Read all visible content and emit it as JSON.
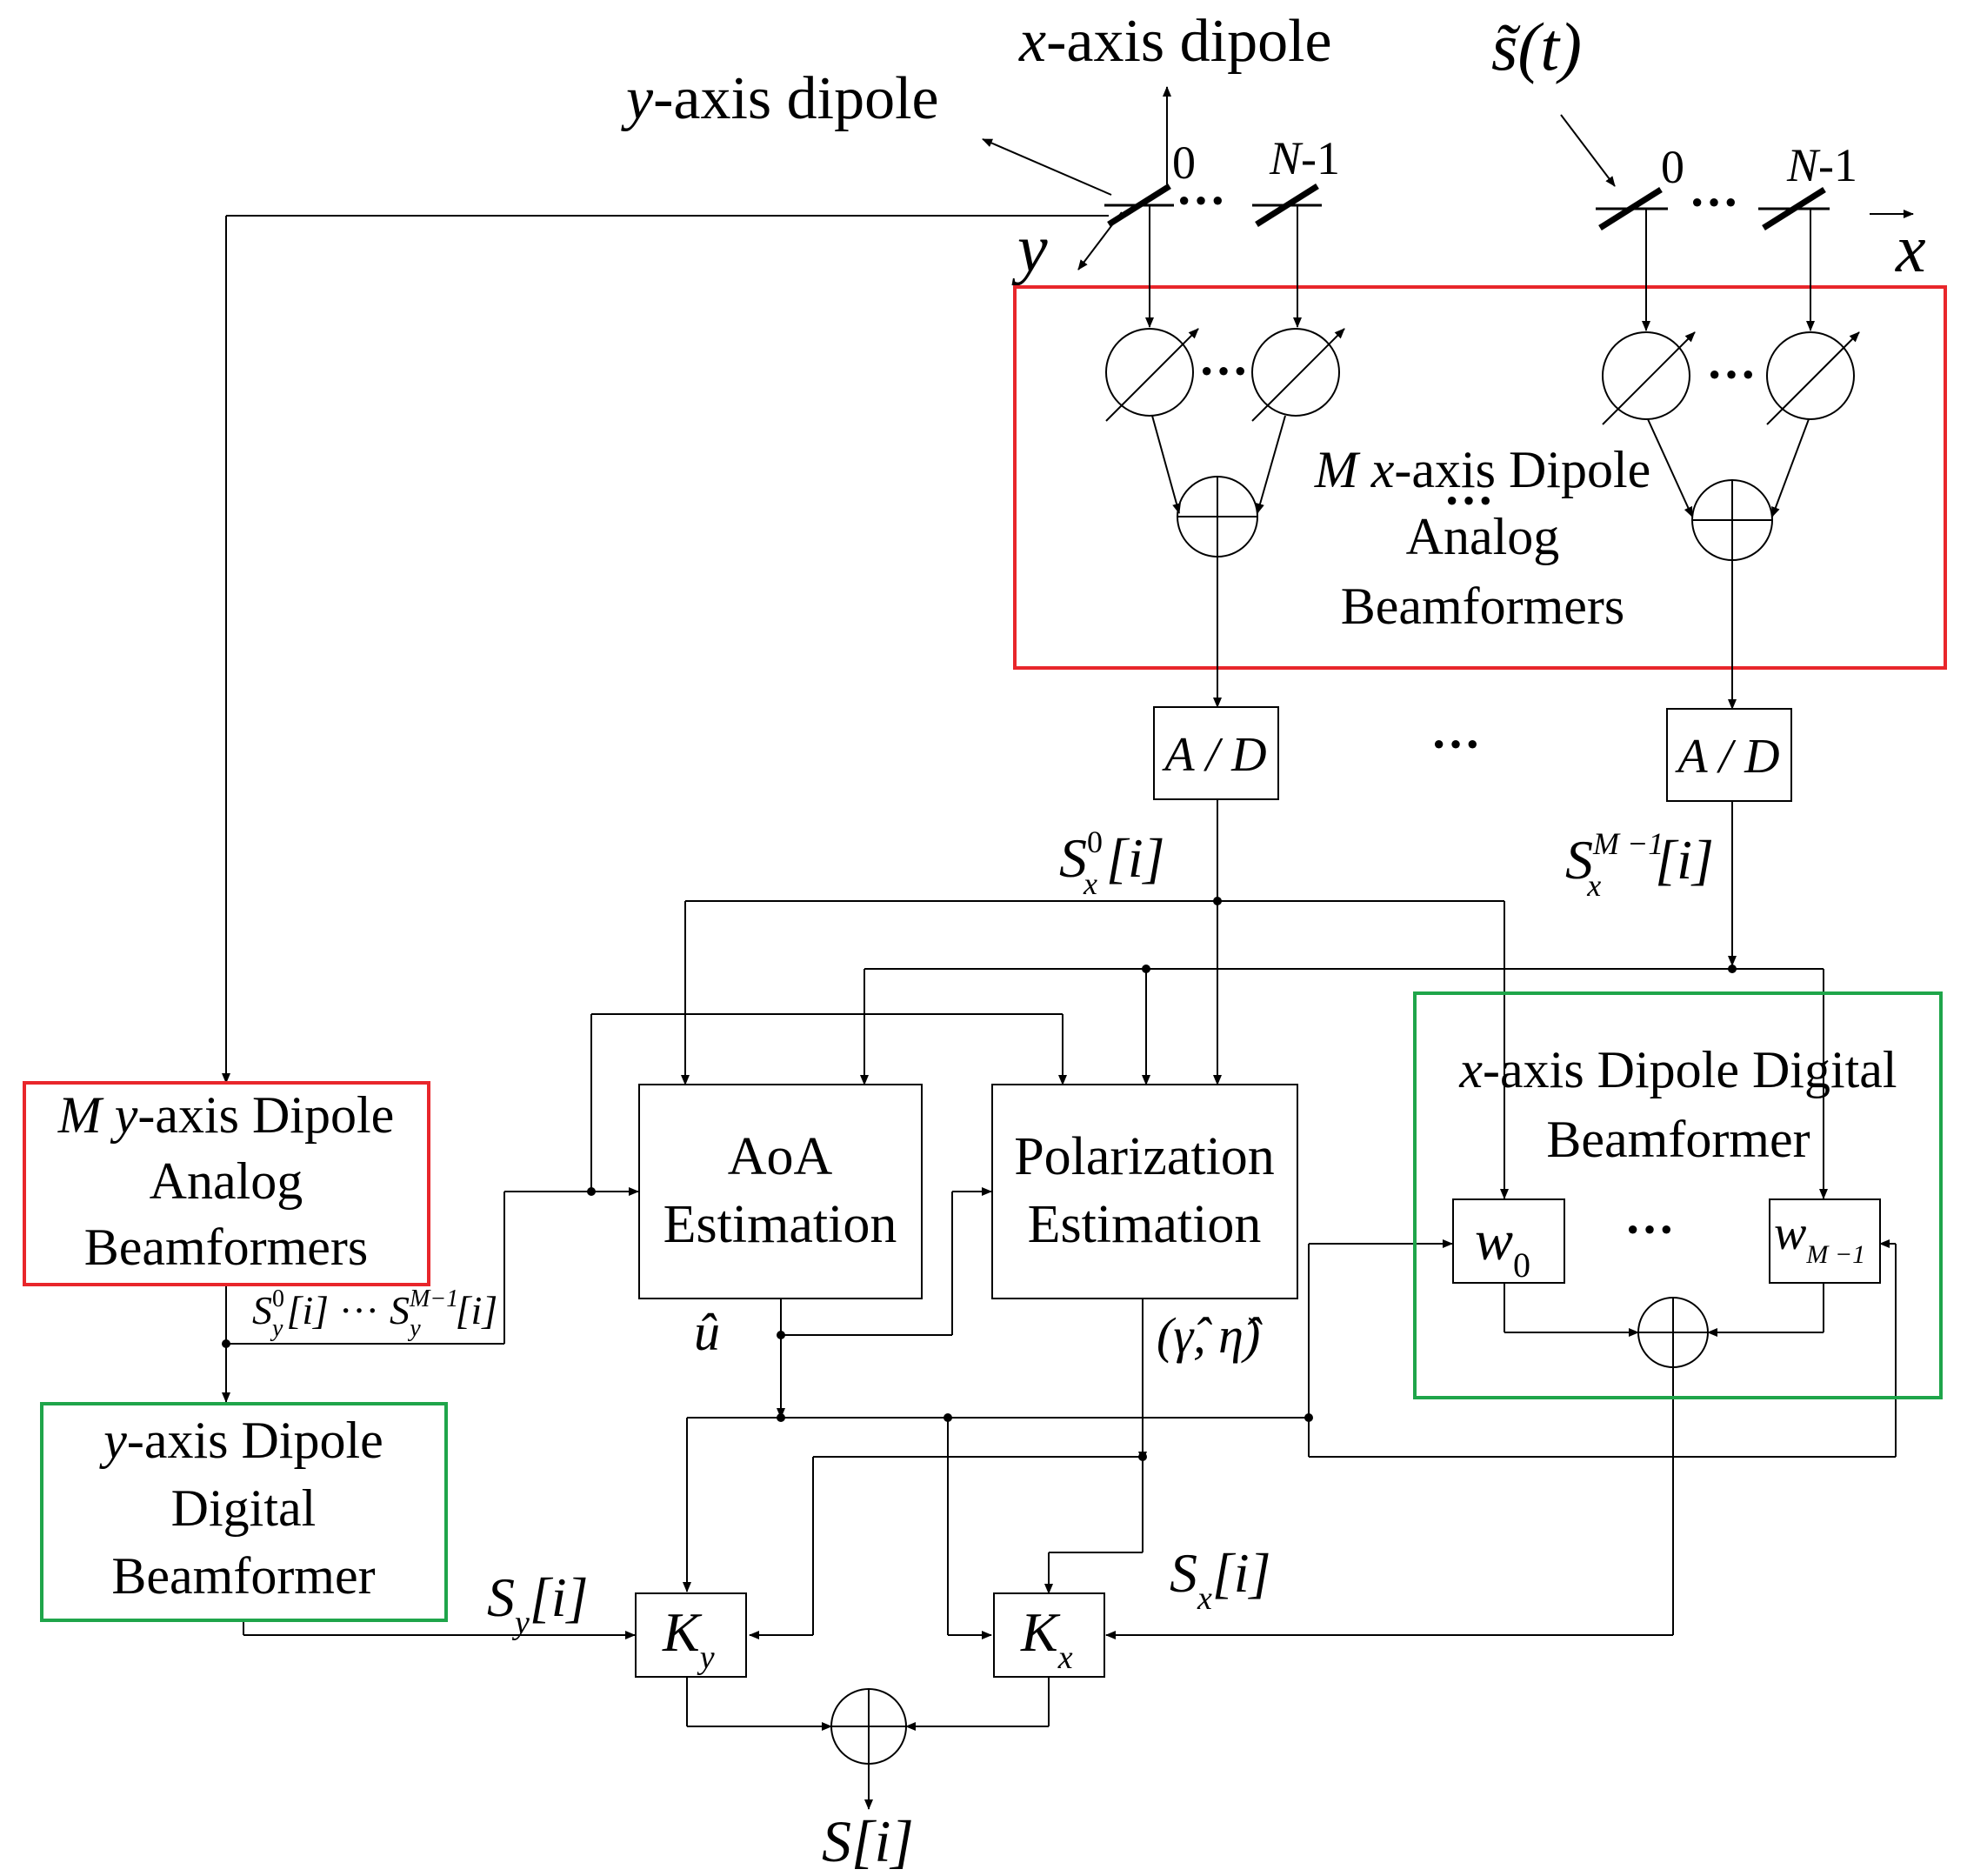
{
  "top": {
    "x_dipole": "-axis dipole",
    "x_dipole_var": "x",
    "y_dipole": "-axis dipole",
    "y_dipole_var": "y",
    "signal": "s̃(t)",
    "idx0": "0",
    "idxN": "N",
    "idxN_suffix": "-1",
    "axis_x": "x",
    "axis_y": "y",
    "ellipsis": "···"
  },
  "x_analog_box": {
    "line1_var": "M x",
    "line1_rest": "-axis Dipole",
    "line2": "Analog",
    "line3": "Beamformers"
  },
  "ad": {
    "label": "A / D"
  },
  "signals": {
    "sx0_base": "S",
    "sx0_sub": "x",
    "sx0_sup": "0",
    "sx0_tail": "[i]",
    "sxM_sup": "M −1",
    "sy_range": "S",
    "sy_sub": "y",
    "sy0_sup": "0",
    "syM_sup": "M−1",
    "sy_tail": "[i]",
    "sy_dots": "···",
    "sy_out_base": "S",
    "sy_out_sub": "y",
    "sy_out_tail": "[i]",
    "sx_out_base": "S",
    "sx_out_sub": "x",
    "sx_out_tail": "[i]",
    "u_hat": "û",
    "gamma_eta": "(γ̂, η̂)",
    "output": "S[i]"
  },
  "blocks": {
    "aoa_line1": "AoA",
    "aoa_line2": "Estimation",
    "pol_line1": "Polarization",
    "pol_line2": "Estimation",
    "y_analog_line1_var": "M y",
    "y_analog_line1_rest": "-axis Dipole",
    "y_analog_line2": "Analog",
    "y_analog_line3": "Beamformers",
    "x_digital_line1_var": "x",
    "x_digital_line1_rest": "-axis Dipole Digital",
    "x_digital_line2": "Beamformer",
    "y_digital_line1_var": "y",
    "y_digital_line1_rest": "-axis Dipole",
    "y_digital_line2": "Digital",
    "y_digital_line3": "Beamformer",
    "w0_base": "w",
    "w0_sub": "0",
    "wM_base": "w",
    "wM_sub": "M −1",
    "ky_base": "K",
    "ky_sub": "y",
    "kx_base": "K",
    "kx_sub": "x"
  },
  "colors": {
    "analog_box": "#e8262b",
    "digital_box": "#1fa54a",
    "line": "#000000"
  }
}
